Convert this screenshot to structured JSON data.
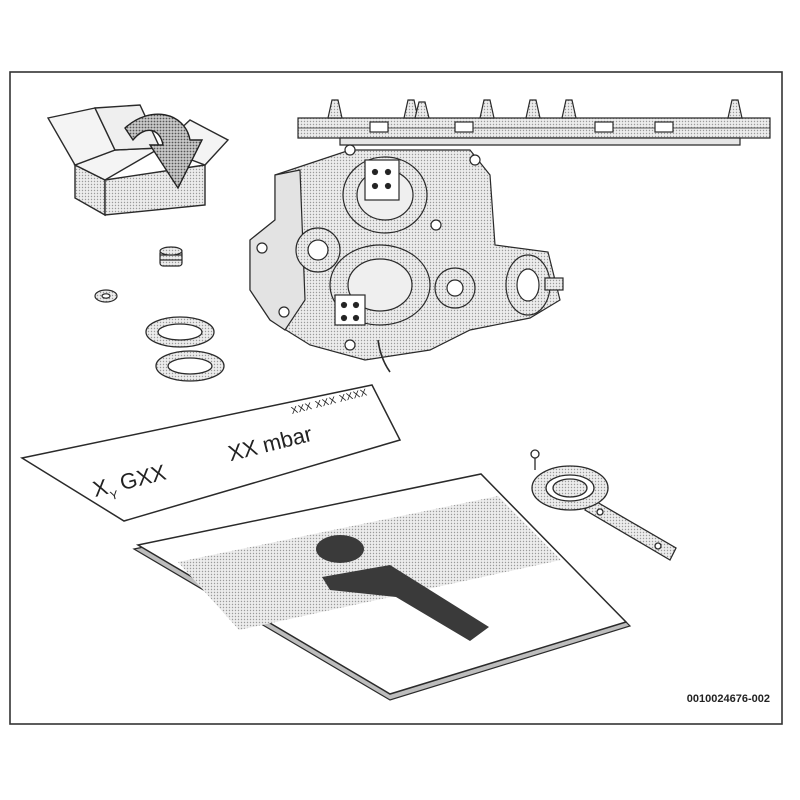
{
  "document_id": "0010024676-002",
  "label_card": {
    "model_text": "X",
    "model_sub": "Y",
    "model_suffix": "GXX",
    "pressure_text": "XX mbar",
    "serial_text": "XXX XXX XXXX"
  },
  "manual_symbol": "i",
  "colors": {
    "line": "#2a2a2a",
    "shade": "#d9d9d9",
    "dark": "#3a3a3a"
  }
}
